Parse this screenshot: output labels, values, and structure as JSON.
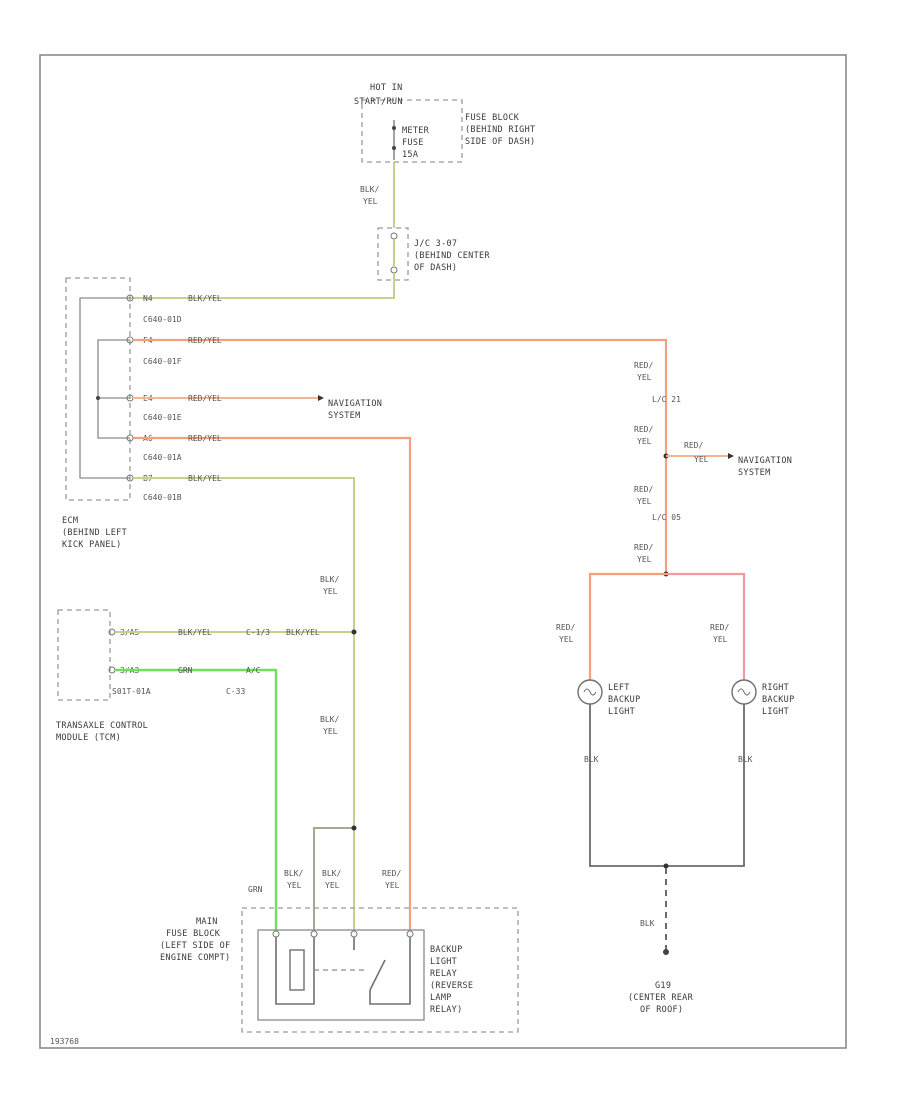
{
  "labels": {
    "hot_in": "HOT IN",
    "hot_in_2": "START/RUN",
    "fuse_meter": "METER",
    "fuse_fuse": "FUSE",
    "fuse_amp": "15A",
    "fuse_block_1": "FUSE BLOCK",
    "fuse_block_2": "(BEHIND RIGHT",
    "fuse_block_3": "SIDE OF DASH)",
    "jc_1": "J/C 3-07",
    "jc_2": "(BEHIND CENTER",
    "jc_3": "OF DASH)",
    "ecm_1": "ECM",
    "ecm_2": "(BEHIND LEFT",
    "ecm_3": "KICK PANEL)",
    "tcm_1": "TRANSAXLE CONTROL",
    "tcm_2": "MODULE (TCM)",
    "nav_1_a": "NAVIGATION",
    "nav_1_b": "SYSTEM",
    "nav_2_a": "NAVIGATION",
    "nav_2_b": "SYSTEM",
    "left_light_1": "LEFT",
    "left_light_2": "BACKUP",
    "left_light_3": "LIGHT",
    "right_light_1": "RIGHT",
    "right_light_2": "BACKUP",
    "right_light_3": "LIGHT",
    "main_fb_1": "MAIN",
    "main_fb_2": "FUSE BLOCK",
    "main_fb_3": "(LEFT SIDE OF",
    "main_fb_4": "ENGINE COMPT)",
    "relay_1": "BACKUP",
    "relay_2": "LIGHT",
    "relay_3": "RELAY",
    "relay_4": "(REVERSE",
    "relay_5": "LAMP",
    "relay_6": "RELAY)",
    "ground_1": "G19",
    "ground_2": "(CENTER REAR",
    "ground_3": "OF ROOF)",
    "jc_left": "L/C 21",
    "jc_right": "L/C 05",
    "c_label": "C-33",
    "footer": "193768"
  },
  "connectors": {
    "ecm_c1": "C640-01D",
    "ecm_c2": "C640-01F",
    "ecm_c3": "C640-01E",
    "ecm_c4": "C640-01A",
    "ecm_c5": "C640-01B",
    "tcm_c": "S01T-01A",
    "ecm_p1": "N4",
    "ecm_p2": "F4",
    "ecm_p3": "E4",
    "ecm_p4": "A6",
    "ecm_p5": "B7",
    "tcm_p1": "3/A5",
    "tcm_p2": "3/A3",
    "c_p1": "C-1/3",
    "c_p2": "A/C"
  },
  "wires": {
    "blk_yel": "BLK/YEL",
    "red_yel": "RED/YEL",
    "grn": "GRN",
    "blk": "BLK",
    "blk_s1": "BLK/",
    "yel_s2": "YEL",
    "red_s1": "RED/",
    "grn_s": "GRN"
  },
  "colors": {
    "wire_blk_yel": "#c9d08a",
    "wire_red_yel": "#f4a07a",
    "wire_red_yel_light": "#f6b48f",
    "wire_grn": "#6fe05a",
    "wire_blk": "#6b6b6b",
    "wire_pink": "#f39aa0",
    "border": "#8a8a8a"
  }
}
